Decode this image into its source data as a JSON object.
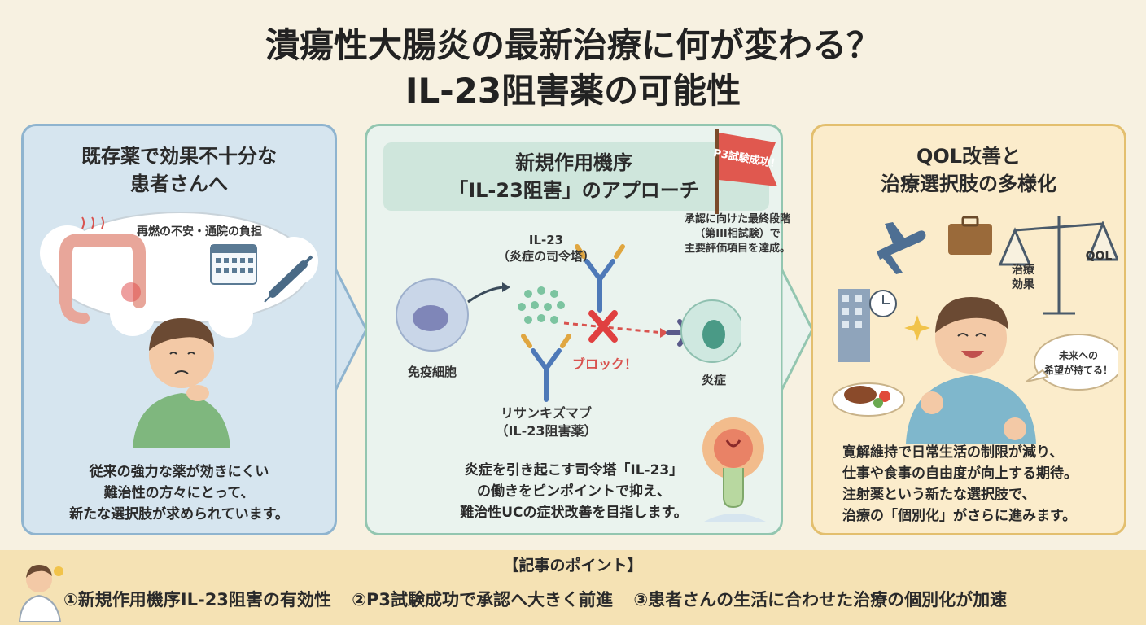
{
  "title": {
    "line1": "潰瘍性大腸炎の最新治療に何が変わる？",
    "line2": "IL-23阻害薬の可能性"
  },
  "left": {
    "heading1": "既存薬で効果不十分な",
    "heading2": "患者さんへ",
    "thought": "再燃の不安・通院の負担",
    "caption1": "従来の強力な薬が効きにくい",
    "caption2": "難治性の方々にとって、",
    "caption3": "新たな選択肢が求められています。",
    "accent": "#8fb4cf"
  },
  "middle": {
    "heading1": "新規作用機序",
    "heading2": "「IL-23阻害」のアプローチ",
    "flag": "P3試験成功！",
    "flag_note1": "承認に向けた最終段階",
    "flag_note2": "（第III相試験）で",
    "flag_note3": "主要評価項目を達成。",
    "il23_label1": "IL-23",
    "il23_label2": "（炎症の司令塔）",
    "immune_cell": "免疫細胞",
    "block": "ブロック！",
    "inflammation": "炎症",
    "drug1": "リサンキズマブ",
    "drug2": "（IL-23阻害薬）",
    "caption1": "炎症を引き起こす司令塔「IL-23」",
    "caption2": "の働きをピンポイントで抑え、",
    "caption3": "難治性UCの症状改善を目指します。",
    "accent": "#93c6b0"
  },
  "right": {
    "heading1": "QOL改善と",
    "heading2": "治療選択肢の多様化",
    "scale_left1": "治療",
    "scale_left2": "効果",
    "scale_right": "QOL",
    "speech1": "未来への",
    "speech2": "希望が持てる！",
    "caption1": "寛解維持で日常生活の制限が減り、",
    "caption2": "仕事や食事の自由度が向上する期待。",
    "caption3": "注射薬という新たな選択肢で、",
    "caption4": "治療の「個別化」がさらに進みます。",
    "accent": "#e3bf6e"
  },
  "bottom": {
    "title": "【記事のポイント】",
    "point1": "①新規作用機序IL-23阻害の有効性",
    "point2": "②P3試験成功で承認へ大きく前進",
    "point3": "③患者さんの生活に合わせた治療の個別化が加速"
  }
}
